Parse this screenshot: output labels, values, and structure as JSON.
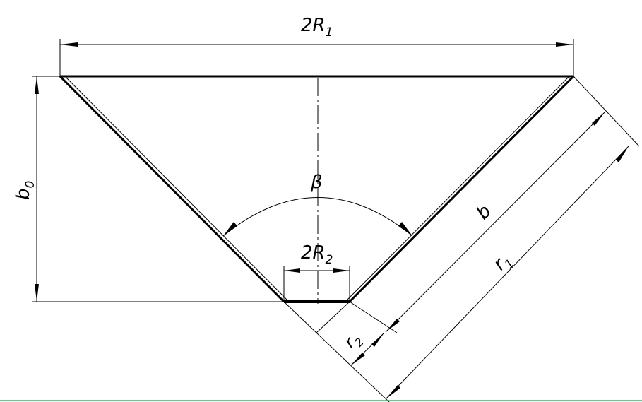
{
  "labels": {
    "outer_diameter": "2R",
    "outer_diameter_sub": "1",
    "inner_diameter": "2R",
    "inner_diameter_sub": "2",
    "angle": "β",
    "height": "b",
    "height_sub": "0",
    "generatrix": "b",
    "outer_radius": "r",
    "outer_radius_sub": "1",
    "inner_radius": "r",
    "inner_radius_sub": "2"
  },
  "colors": {
    "line": "#000000",
    "baseline": "#22c55e"
  }
}
